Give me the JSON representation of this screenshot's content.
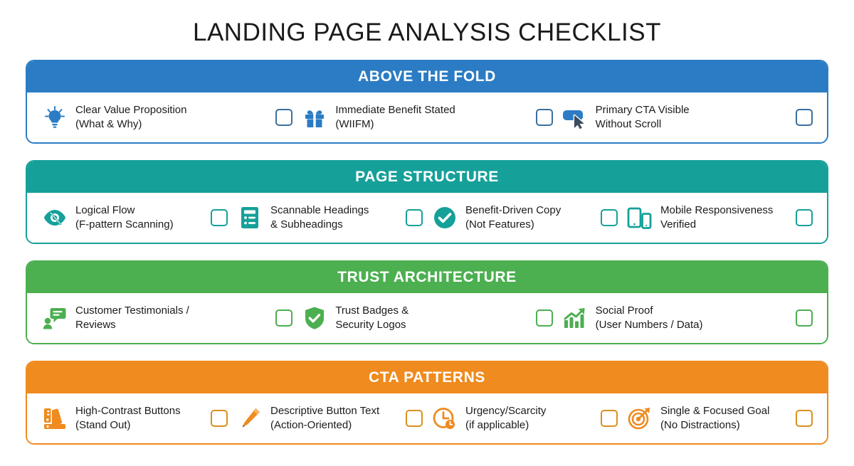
{
  "title": "LANDING PAGE ANALYSIS CHECKLIST",
  "colors": {
    "blue": "#2b7cc4",
    "teal": "#16a09a",
    "green": "#4caf50",
    "orange": "#ef8b1f",
    "title_text": "#1a1a1a",
    "item_text": "#1b1b1b",
    "card_background": "#ffffff"
  },
  "sections": [
    {
      "id": "above-the-fold",
      "header": "ABOVE THE FOLD",
      "theme": "blue",
      "accent": "#2b7cc4",
      "items": [
        {
          "icon": "lightbulb-icon",
          "label": "Clear Value Proposition\n(What & Why)",
          "checked": false
        },
        {
          "icon": "gift-icon",
          "label": "Immediate Benefit Stated\n(WIIFM)",
          "checked": false
        },
        {
          "icon": "cta-button-cursor-icon",
          "label": "Primary CTA Visible\nWithout Scroll",
          "checked": false
        }
      ]
    },
    {
      "id": "page-structure",
      "header": "PAGE STRUCTURE",
      "theme": "teal",
      "accent": "#16a09a",
      "items": [
        {
          "icon": "eye-scan-icon",
          "label": "Logical Flow\n(F-pattern Scanning)",
          "checked": false
        },
        {
          "icon": "document-list-icon",
          "label": "Scannable Headings\n& Subheadings",
          "checked": false
        },
        {
          "icon": "check-circle-icon",
          "label": "Benefit-Driven Copy\n(Not Features)",
          "checked": false
        },
        {
          "icon": "mobile-devices-icon",
          "label": "Mobile Responsiveness\nVerified",
          "checked": false
        }
      ]
    },
    {
      "id": "trust-architecture",
      "header": "TRUST ARCHITECTURE",
      "theme": "green",
      "accent": "#4caf50",
      "items": [
        {
          "icon": "testimonial-person-icon",
          "label": "Customer Testimonials /\nReviews",
          "checked": false
        },
        {
          "icon": "shield-check-icon",
          "label": "Trust Badges &\nSecurity Logos",
          "checked": false
        },
        {
          "icon": "growth-chart-icon",
          "label": "Social Proof\n(User Numbers / Data)",
          "checked": false
        }
      ]
    },
    {
      "id": "cta-patterns",
      "header": "CTA PATTERNS",
      "theme": "orange",
      "accent": "#ef8b1f",
      "items": [
        {
          "icon": "color-swatch-icon",
          "label": "High-Contrast Buttons\n(Stand Out)",
          "checked": false
        },
        {
          "icon": "pencil-icon",
          "label": "Descriptive Button Text\n(Action-Oriented)",
          "checked": false
        },
        {
          "icon": "clock-icon",
          "label": "Urgency/Scarcity\n(if applicable)",
          "checked": false
        },
        {
          "icon": "target-arrow-icon",
          "label": "Single & Focused Goal\n(No Distractions)",
          "checked": false
        }
      ]
    }
  ]
}
